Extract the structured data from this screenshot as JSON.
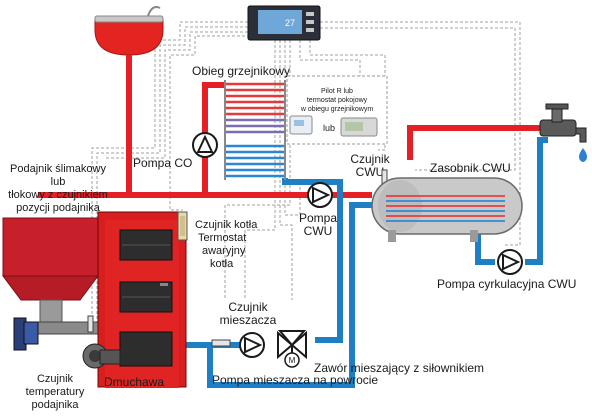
{
  "colors": {
    "hot_pipe": "#e41f26",
    "cold_pipe": "#1e7fc4",
    "boiler": "#d81e1e",
    "hopper": "#c8202a",
    "signal_wire": "#9a9a9a",
    "radiator_hot": "#e53a3a",
    "radiator_cold": "#2b86d6",
    "controller_screen": "#6fa7d8",
    "tank_body": "#c9c9c9"
  },
  "controller": {
    "icon": "controller-panel-icon",
    "display_value": "27"
  },
  "labels": {
    "radiator_circuit": "Obieg grzejnikowy",
    "remote": [
      "Pilot R lub",
      "termostat pokojowy",
      "w obiegu grzejnikowym"
    ],
    "remote_or": "lub",
    "pump_co": "Pompa CO",
    "feeder": [
      "Podajnik ślimakowy",
      "lub",
      "tłokowy z czujnikiem",
      "pozycji podajnika"
    ],
    "boiler_sensor": [
      "Czujnik kotła",
      "Termostat",
      "awaryjny",
      "kotła"
    ],
    "pump_dhw": [
      "Pompa",
      "CWU"
    ],
    "sensor_dhw": [
      "Czujnik",
      "CWU"
    ],
    "tank": "Zasobnik CWU",
    "circ_pump": "Pompa cyrkulacyjna CWU",
    "mixer_sensor": [
      "Czujnik",
      "mieszacza"
    ],
    "mixer_pump": "Pompa mieszacza na powrocie",
    "mixing_valve": "Zawór mieszający z siłownikiem",
    "valve_motor": "M",
    "blower": "Dmuchawa",
    "feeder_temp_sensor": [
      "Czujnik",
      "temperatury",
      "podajnika"
    ]
  },
  "icons": {
    "expansion_tank": "expansion-tank-icon",
    "faucet": "faucet-icon",
    "pump": "pump-icon",
    "valve": "mixing-valve-icon",
    "blower": "blower-fan-icon",
    "motor": "feeder-motor-icon"
  }
}
